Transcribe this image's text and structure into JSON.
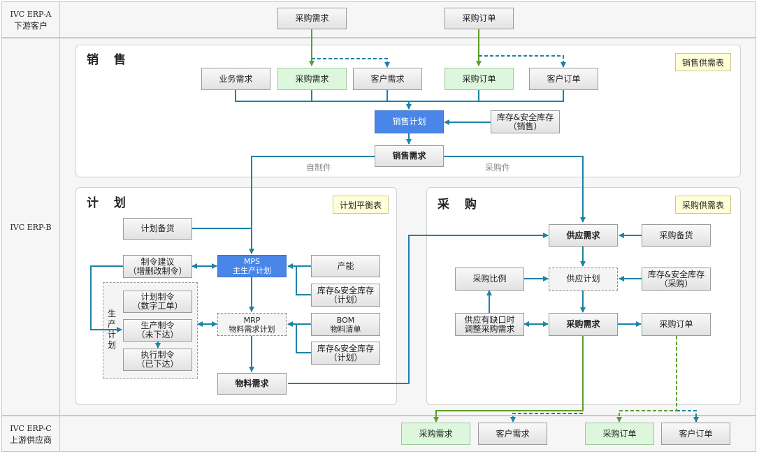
{
  "lanes": {
    "a": {
      "code": "IVC ERP-A",
      "name": "下游客户"
    },
    "b": {
      "code": "IVC ERP-B"
    },
    "c": {
      "code": "IVC ERP-C",
      "name": "上游供应商"
    }
  },
  "top": {
    "purchase_demand": "采购需求",
    "purchase_order": "采购订单"
  },
  "sales": {
    "title": "销 售",
    "note": "销售供需表",
    "business_demand": "业务需求",
    "purchase_demand": "采购需求",
    "customer_demand": "客户需求",
    "purchase_order": "采购订单",
    "customer_order": "客户订单",
    "sales_plan": "销售计划",
    "inventory_sales": "库存&安全库存\n（销售）",
    "sales_demand": "销售需求",
    "self_made": "自制件",
    "purchased": "采购件"
  },
  "plan": {
    "title": "计 划",
    "note": "计划平衡表",
    "plan_stock": "计划备货",
    "order_suggestion": "制令建议\n（增删改制令）",
    "mps": "MPS\n主生产计划",
    "capacity": "产能",
    "inventory_plan1": "库存&安全库存\n（计划）",
    "production_plan_group": "生产计划",
    "plan_order": "计划制令\n（数字工单）",
    "production_order": "生产制令\n（未下达）",
    "exec_order": "执行制令\n（已下达）",
    "mrp": "MRP\n物料需求计划",
    "bom": "BOM\n物料清单",
    "inventory_plan2": "库存&安全库存\n（计划）",
    "material_demand": "物料需求"
  },
  "purchase": {
    "title": "采 购",
    "note": "采购供需表",
    "supply_demand": "供应需求",
    "purchase_stock": "采购备货",
    "purchase_ratio": "采购比例",
    "supply_plan": "供应计划",
    "inventory_purchase": "库存&安全库存\n（采购）",
    "shortage_adjust": "供应有缺口时\n调整采购需求",
    "purchase_demand": "采购需求",
    "purchase_order": "采购订单"
  },
  "bottom": {
    "purchase_demand": "采购需求",
    "customer_demand": "客户需求",
    "purchase_order": "采购订单",
    "customer_order": "客户订单"
  },
  "colors": {
    "arrow": "#1b83a7",
    "green_line": "#5d9e2c",
    "blue_box": "#4a86e8",
    "green_box": "#dcf7dc",
    "note": "#ffffd8"
  }
}
